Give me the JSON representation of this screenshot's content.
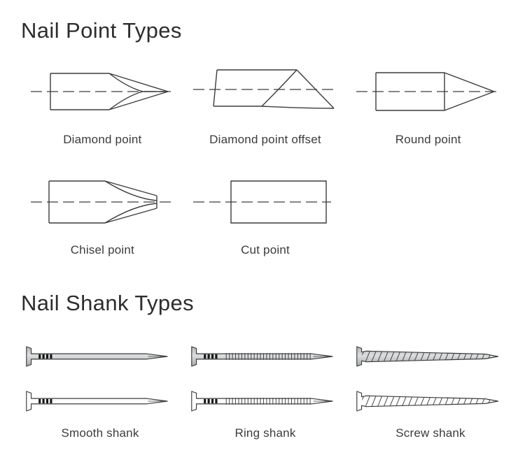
{
  "sections": {
    "points": {
      "title": "Nail Point Types",
      "items": [
        {
          "label": "Diamond point"
        },
        {
          "label": "Diamond point offset"
        },
        {
          "label": "Round point"
        },
        {
          "label": "Chisel point"
        },
        {
          "label": "Cut point"
        }
      ]
    },
    "shanks": {
      "title": "Nail Shank Types",
      "items": [
        {
          "label": "Smooth shank"
        },
        {
          "label": "Ring shank"
        },
        {
          "label": "Screw shank"
        }
      ]
    }
  },
  "colors": {
    "line": "#3c3c3c",
    "text": "#3b3b3b",
    "heading": "#2d2d2d",
    "nail_fill_top": "#c3c5c7",
    "nail_fill_bottom": "#ffffff",
    "grip_marks": "#161616",
    "background": "#ffffff"
  }
}
